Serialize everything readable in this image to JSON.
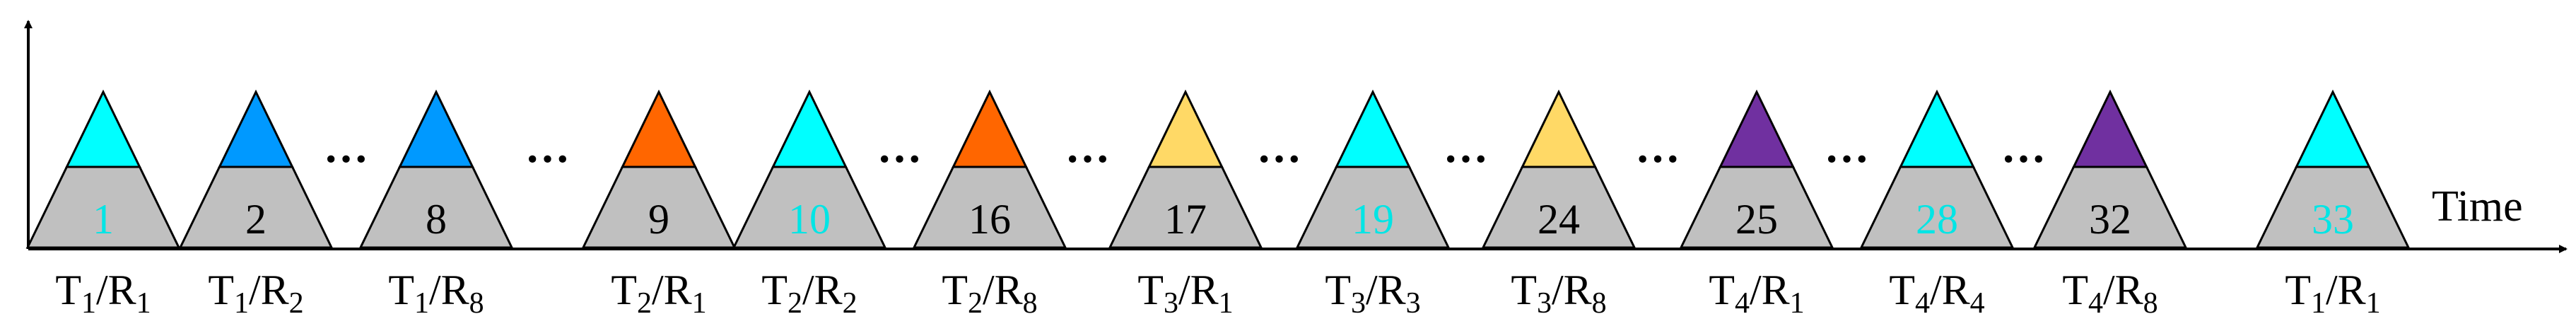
{
  "axis": {
    "x_label": "Time"
  },
  "colors": {
    "cyan": "#00FFFF",
    "blue": "#0099FF",
    "orange": "#FF6600",
    "yellow": "#FFD966",
    "purple": "#7030A0",
    "base": "#C0C0C0",
    "num_cyan": "#00E5E5",
    "num_black": "#000000"
  },
  "slots": [
    {
      "num": "1",
      "num_color": "num_cyan",
      "top_color": "cyan",
      "label": {
        "t": "1",
        "r": "1"
      }
    },
    {
      "num": "2",
      "num_color": "num_black",
      "top_color": "blue",
      "label": {
        "t": "1",
        "r": "2"
      }
    },
    {
      "num": "8",
      "num_color": "num_black",
      "top_color": "blue",
      "label": {
        "t": "1",
        "r": "8"
      }
    },
    {
      "num": "9",
      "num_color": "num_black",
      "top_color": "orange",
      "label": {
        "t": "2",
        "r": "1"
      }
    },
    {
      "num": "10",
      "num_color": "num_cyan",
      "top_color": "cyan",
      "label": {
        "t": "2",
        "r": "2"
      }
    },
    {
      "num": "16",
      "num_color": "num_black",
      "top_color": "orange",
      "label": {
        "t": "2",
        "r": "8"
      }
    },
    {
      "num": "17",
      "num_color": "num_black",
      "top_color": "yellow",
      "label": {
        "t": "3",
        "r": "1"
      }
    },
    {
      "num": "19",
      "num_color": "num_cyan",
      "top_color": "cyan",
      "label": {
        "t": "3",
        "r": "3"
      }
    },
    {
      "num": "24",
      "num_color": "num_black",
      "top_color": "yellow",
      "label": {
        "t": "3",
        "r": "8"
      }
    },
    {
      "num": "25",
      "num_color": "num_black",
      "top_color": "purple",
      "label": {
        "t": "4",
        "r": "1"
      }
    },
    {
      "num": "28",
      "num_color": "num_cyan",
      "top_color": "cyan",
      "label": {
        "t": "4",
        "r": "4"
      }
    },
    {
      "num": "32",
      "num_color": "num_black",
      "top_color": "purple",
      "label": {
        "t": "4",
        "r": "8"
      }
    },
    {
      "num": "33",
      "num_color": "num_cyan",
      "top_color": "cyan",
      "label": {
        "t": "1",
        "r": "1"
      }
    }
  ],
  "gap_marker": "···",
  "gaps_after_slot": [
    2,
    3,
    5,
    6,
    7,
    8,
    9,
    10,
    11
  ]
}
